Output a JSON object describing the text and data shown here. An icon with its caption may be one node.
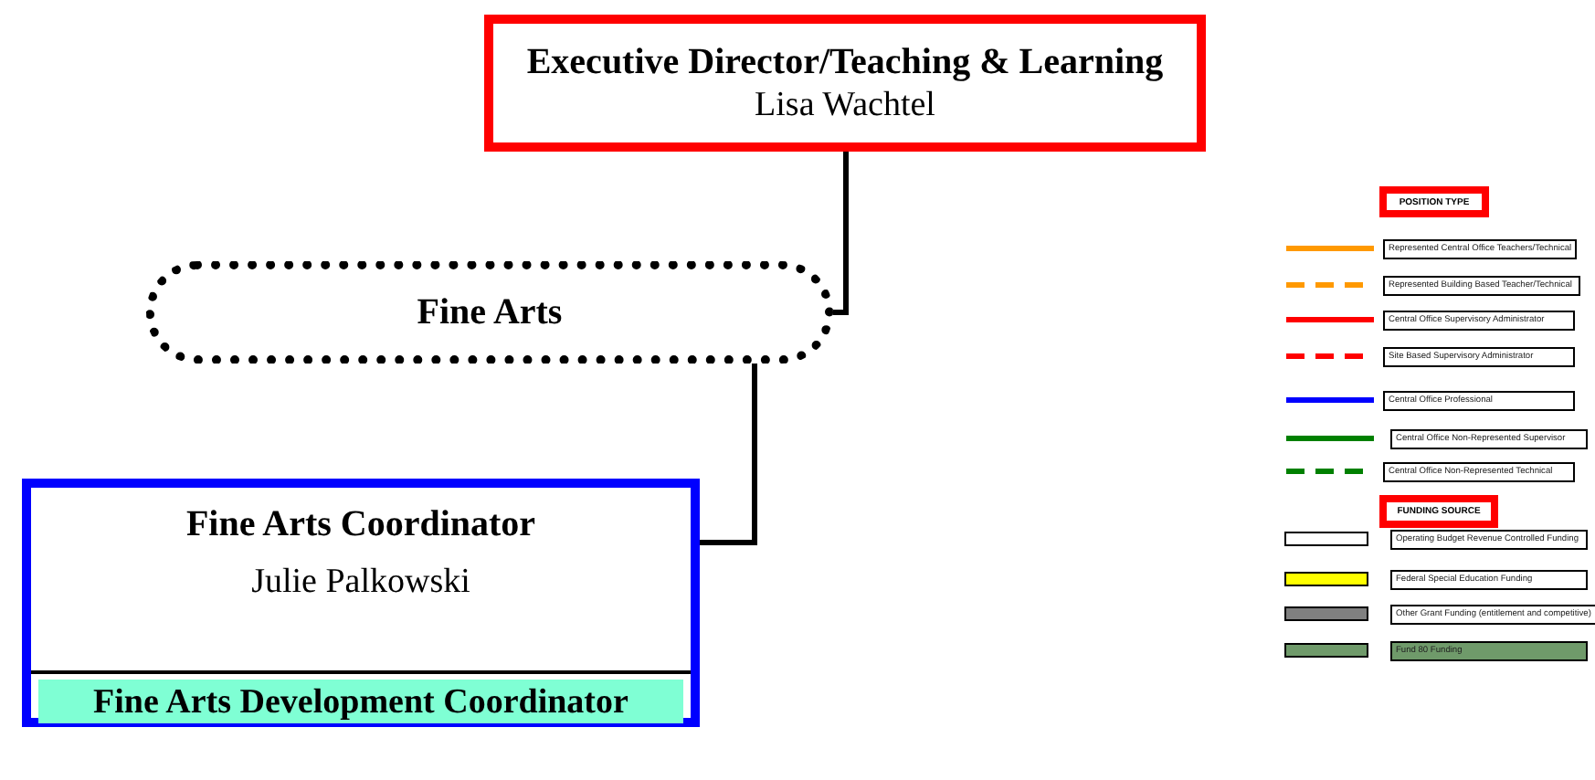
{
  "diagram": {
    "nodes": [
      {
        "text": [
          "Executive Director/Teaching & Learning",
          "Lisa Wachtel"
        ]
      },
      {
        "text": [
          "Fine Arts"
        ]
      },
      {
        "text": [
          "Fine Arts Coordinator",
          "Julie Palkowski"
        ]
      },
      {
        "text": [
          "Fine Arts Development Coordinator"
        ],
        "in": 2
      }
    ],
    "edges": [
      {
        "from": 0,
        "to": 1,
        "arrow": "none"
      },
      {
        "from": 1,
        "to": 2,
        "arrow": "none"
      }
    ],
    "labels": [
      "POSITION TYPE",
      "FUNDING SOURCE"
    ],
    "legend": [
      {
        "text": "Represented Central Office Teachers/Technical"
      },
      {
        "text": "Represented Building Based Teacher/Technical"
      },
      {
        "text": "Central Office Supervisory Administrator"
      },
      {
        "text": "Site Based Supervisory Administrator"
      },
      {
        "text": "Central Office Professional"
      },
      {
        "text": "Central Office Non-Represented Supervisor"
      },
      {
        "text": "Central Office Non-Represented Technical"
      },
      {
        "text": "Operating Budget Revenue Controlled Funding",
        "color": "#ffffff"
      },
      {
        "text": "Federal Special Education Funding",
        "color": "#ffff00"
      },
      {
        "text": "Other Grant Funding (entitlement and competitive)",
        "color": "#808080"
      },
      {
        "text": "Fund 80 Funding",
        "color": "#6f9a6a"
      }
    ]
  }
}
